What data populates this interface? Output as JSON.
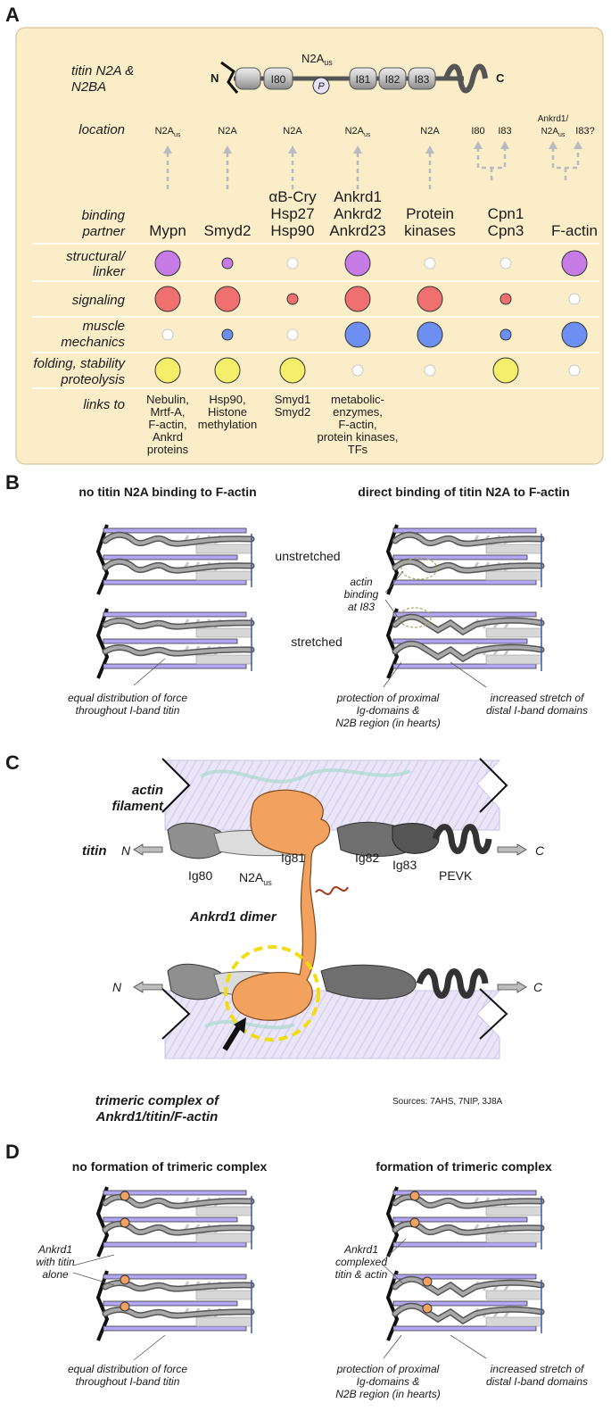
{
  "panels": {
    "a": {
      "letter": "A",
      "titin_label_line1": "titin N2A &",
      "titin_label_line2": "N2BA",
      "n_terminus": "N",
      "c_terminus": "C",
      "n2aus_main": "N2A",
      "n2aus_sub": "us",
      "domains": [
        "I80",
        "I81",
        "I82",
        "I83"
      ],
      "phospho_label": "P",
      "row_labels": {
        "location": "location",
        "binding_line1": "binding",
        "binding_line2": "partner",
        "structural_line1": "structural/",
        "structural_line2": "linker",
        "signaling": "signaling",
        "mechanics_line1": "muscle",
        "mechanics_line2": "mechanics",
        "folding_line1": "folding, stability",
        "folding_line2": "proteolysis",
        "links": "links to"
      },
      "locations": [
        {
          "main": "N2A",
          "sub": "us"
        },
        {
          "main": "N2A"
        },
        {
          "main": "N2A"
        },
        {
          "main": "N2A",
          "sub": "us"
        },
        {
          "main": "N2A"
        },
        {
          "main": "I80",
          "second": "I83"
        },
        {
          "line1": "Ankrd1/",
          "line2_main": "N2A",
          "line2_sub": "us",
          "second": "I83?"
        }
      ],
      "partners": [
        [
          "Mypn"
        ],
        [
          "Smyd2"
        ],
        [
          "αB-Cry",
          "Hsp27",
          "Hsp90"
        ],
        [
          "Ankrd1",
          "Ankrd2",
          "Ankrd23"
        ],
        [
          "Protein",
          "kinases"
        ],
        [
          "Cpn1",
          "Cpn3"
        ],
        [
          "F-actin"
        ]
      ],
      "function_colors": {
        "structural": "#c77be6",
        "signaling": "#f07070",
        "mechanics": "#6d8ff2",
        "folding": "#f4ee6a",
        "none": "#ffffff"
      },
      "function_levels": {
        "structural": [
          3,
          1,
          0,
          3,
          0,
          0,
          3
        ],
        "signaling": [
          3,
          3,
          1,
          3,
          3,
          1,
          0
        ],
        "mechanics": [
          0,
          1,
          0,
          3,
          3,
          1,
          3
        ],
        "folding": [
          3,
          3,
          3,
          0,
          0,
          3,
          0
        ]
      },
      "links_to": [
        [
          "Nebulin,",
          "Mrtf-A,",
          "F-actin,",
          "Ankrd",
          "proteins"
        ],
        [
          "Hsp90,",
          "Histone",
          "methylation"
        ],
        [
          "Smyd1",
          "Smyd2"
        ],
        [
          "metabolic-",
          "enzymes,",
          "F-actin,",
          "protein kinases,",
          "TFs"
        ],
        [],
        [],
        []
      ]
    },
    "b": {
      "letter": "B",
      "left_title": "no titin N2A binding to F-actin",
      "right_title": "direct binding of titin N2A to F-actin",
      "unstretched": "unstretched",
      "stretched": "stretched",
      "actin_binding_line1": "actin",
      "actin_binding_line2": "binding",
      "actin_binding_line3": "at I83",
      "caption_left_line1": "equal distribution of force",
      "caption_left_line2": "throughout I-band titin",
      "caption_mid_line1": "protection of proximal",
      "caption_mid_line2": "Ig-domains &",
      "caption_mid_line3": "N2B region (in hearts)",
      "caption_right_line1": "increased stretch of",
      "caption_right_line2": "distal I-band domains"
    },
    "c": {
      "letter": "C",
      "actin_line1": "actin",
      "actin_line2": "filament",
      "titin_label": "titin",
      "n_label": "N",
      "c_label": "C",
      "ig80": "Ig80",
      "n2aus_main": "N2A",
      "n2aus_sub": "us",
      "ig81": "Ig81",
      "ig82": "Ig82",
      "ig83": "Ig83",
      "pevk": "PEVK",
      "ankrd1_dimer": "Ankrd1 dimer",
      "trimeric_line1": "trimeric complex of",
      "trimeric_line2": "Ankrd1/titin/F-actin",
      "sources": "Sources: 7AHS, 7NIP, 3J8A"
    },
    "d": {
      "letter": "D",
      "left_title": "no formation of trimeric complex",
      "right_title": "formation of trimeric complex",
      "alone_line1": "Ankrd1",
      "alone_line2": "with titin",
      "alone_line3": "alone",
      "complexed_line1": "Ankrd1",
      "complexed_line2": "complexed",
      "complexed_line3": "titin & actin",
      "caption_left_line1": "equal distribution of force",
      "caption_left_line2": "throughout I-band titin",
      "caption_mid_line1": "protection of proximal",
      "caption_mid_line2": "Ig-domains &",
      "caption_mid_line3": "N2B region (in hearts)",
      "caption_right_line1": "increased stretch of",
      "caption_right_line2": "distal I-band domains"
    }
  }
}
